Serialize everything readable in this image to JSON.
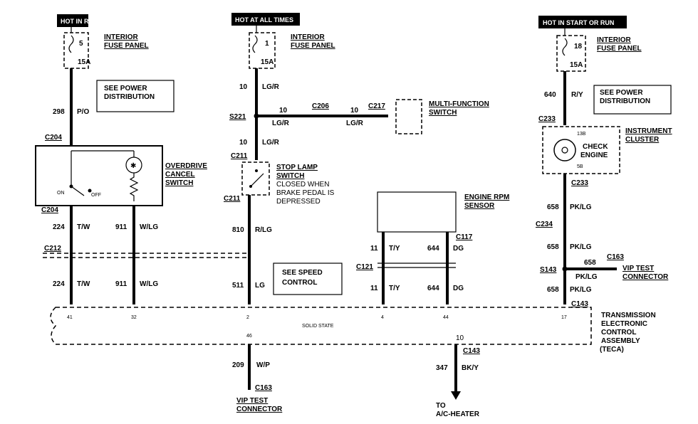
{
  "headers": {
    "hot_in_run": "HOT IN RUN",
    "hot_at_all_times": "HOT AT ALL TIMES",
    "hot_in_start_or_run": "HOT IN START OR RUN"
  },
  "fuses": {
    "left": {
      "num": "5",
      "amp": "15A"
    },
    "middle": {
      "num": "1",
      "amp": "15A"
    },
    "right": {
      "num": "18",
      "amp": "15A"
    }
  },
  "labels": {
    "interior": "INTERIOR",
    "fuse_panel": "FUSE PANEL",
    "see_power": "SEE POWER",
    "distribution": "DISTRIBUTION",
    "multi_function": "MULTI-FUNCTION",
    "switch": "SWITCH",
    "overdrive": "OVERDRIVE",
    "cancel": "CANCEL",
    "on": "ON",
    "off": "OFF",
    "stop_lamp": "STOP LAMP",
    "closed_when": "CLOSED WHEN",
    "brake_pedal_is": "BRAKE PEDAL IS",
    "depressed": "DEPRESSED",
    "instrument": "INSTRUMENT",
    "cluster": "CLUSTER",
    "check": "CHECK",
    "engine": "ENGINE",
    "pin_13b": "13B",
    "pin_5b": "5B",
    "engine_rpm": "ENGINE RPM",
    "sensor": "SENSOR",
    "see_speed": "SEE SPEED",
    "control": "CONTROL",
    "vip_test": "VIP TEST",
    "connector": "CONNECTOR",
    "solid_state": "SOLID STATE",
    "transmission": "TRANSMISSION",
    "electronic": "ELECTRONIC",
    "control2": "CONTROL",
    "assembly": "ASSEMBLY",
    "teca": "(TECA)",
    "to": "TO",
    "ac_heater": "A/C-HEATER"
  },
  "wires": {
    "w298": "298",
    "po": "P/O",
    "w10a": "10",
    "lgr_a": "LG/R",
    "w10b": "10",
    "lgr_b": "LG/R",
    "w10c": "10",
    "lgr_c": "LG/R",
    "w10d": "10",
    "lgr_d": "LG/R",
    "w640": "640",
    "ry": "R/Y",
    "w224a": "224",
    "tw_a": "T/W",
    "w911a": "911",
    "wlg_a": "W/LG",
    "w810": "810",
    "rlg": "R/LG",
    "w224b": "224",
    "tw_b": "T/W",
    "w911b": "911",
    "wlg_b": "W/LG",
    "w511": "511",
    "lg": "LG",
    "w11a": "11",
    "ty_a": "T/Y",
    "w644a": "644",
    "dg_a": "DG",
    "w11b": "11",
    "ty_b": "T/Y",
    "w644b": "644",
    "dg_b": "DG",
    "w658a": "658",
    "pklg_a": "PK/LG",
    "w658b": "658",
    "pklg_b": "PK/LG",
    "w658c": "658",
    "pklg_c": "PK/LG",
    "w658d": "658",
    "pklg_d": "PK/LG",
    "w209": "209",
    "wp": "W/P",
    "w347": "347",
    "bky": "BK/Y"
  },
  "connectors": {
    "s221": "S221",
    "c206": "C206",
    "c217": "C217",
    "c204a": "C204",
    "c204b": "C204",
    "c211a": "C211",
    "c211b": "C211",
    "c233a": "C233",
    "c233b": "C233",
    "c117": "C117",
    "c121": "C121",
    "c212": "C212",
    "c234": "C234",
    "s143": "S143",
    "c163a": "C163",
    "c143a": "C143",
    "c143b": "C143",
    "c163b": "C163"
  },
  "pins": {
    "p41": "41",
    "p32": "32",
    "p2": "2",
    "p4": "4",
    "p44": "44",
    "p17": "17",
    "p46": "46",
    "p10": "10"
  }
}
